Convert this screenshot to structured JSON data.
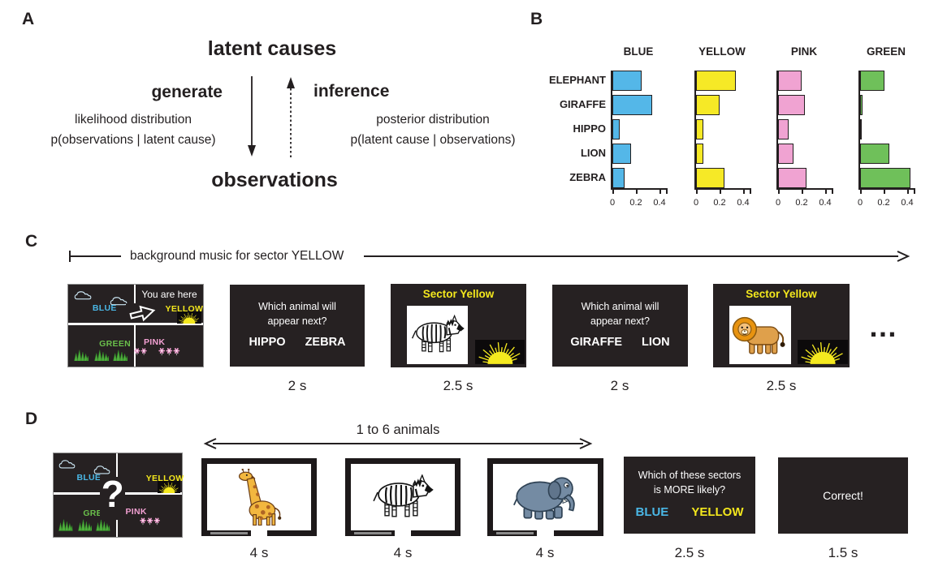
{
  "panel_a": {
    "label": "A",
    "top_node": "latent causes",
    "bottom_node": "observations",
    "generate": {
      "title": "generate",
      "line1": "likelihood distribution",
      "line2": "p(observations | latent cause)"
    },
    "inference": {
      "title": "inference",
      "line1": "posterior distribution",
      "line2": "p(latent cause | observations)"
    }
  },
  "panel_b": {
    "label": "B"
  },
  "chart_data": {
    "type": "bar",
    "orientation": "horizontal",
    "title": "",
    "categories": [
      "ELEPHANT",
      "GIRAFFE",
      "HIPPO",
      "LION",
      "ZEBRA"
    ],
    "series": [
      {
        "name": "BLUE",
        "color": "#54b7e8",
        "values": [
          0.25,
          0.34,
          0.06,
          0.16,
          0.1
        ]
      },
      {
        "name": "YELLOW",
        "color": "#f6e926",
        "values": [
          0.34,
          0.2,
          0.06,
          0.06,
          0.24
        ]
      },
      {
        "name": "PINK",
        "color": "#f0a3d2",
        "values": [
          0.2,
          0.23,
          0.09,
          0.13,
          0.24
        ]
      },
      {
        "name": "GREEN",
        "color": "#6fc05a",
        "values": [
          0.21,
          0.02,
          0.01,
          0.25,
          0.43
        ]
      }
    ],
    "xticks": [
      "0",
      "0.2",
      "0.4"
    ],
    "xlim": [
      0,
      0.47
    ],
    "grid": false,
    "legend": "none"
  },
  "map": {
    "you_are_here": "You are here",
    "question_mark": "?",
    "sectors": {
      "blue": {
        "name": "BLUE",
        "color": "#4ab7e6",
        "icon": "clouds-icon"
      },
      "yellow": {
        "name": "YELLOW",
        "color": "#f3e71d",
        "icon": "sun-icon"
      },
      "green": {
        "name": "GREEN",
        "color": "#6abf4b",
        "icon": "grass-icon"
      },
      "pink": {
        "name": "PINK",
        "color": "#f2a0d2",
        "icon": "flowers-icon"
      }
    }
  },
  "panel_c": {
    "label": "C",
    "timeline_label": "background music for sector YELLOW",
    "question1": {
      "line1": "Which animal will",
      "line2": "appear next?",
      "options": [
        "HIPPO",
        "ZEBRA"
      ],
      "duration": "2 s"
    },
    "sector1": {
      "title": "Sector Yellow",
      "animal": "zebra",
      "duration": "2.5 s"
    },
    "question2": {
      "line1": "Which animal will",
      "line2": "appear next?",
      "options": [
        "GIRAFFE",
        "LION"
      ],
      "duration": "2 s"
    },
    "sector2": {
      "title": "Sector Yellow",
      "animal": "lion",
      "duration": "2.5 s"
    },
    "ellipsis": "…"
  },
  "panel_d": {
    "label": "D",
    "animals_arrow_label": "1 to 6 animals",
    "frames": [
      {
        "animal": "giraffe",
        "duration": "4 s"
      },
      {
        "animal": "zebra",
        "duration": "4 s"
      },
      {
        "animal": "elephant",
        "duration": "4 s"
      }
    ],
    "question": {
      "line1": "Which of these sectors",
      "line2": "is MORE likely?",
      "options": [
        {
          "label": "BLUE",
          "color": "#4ab7e6"
        },
        {
          "label": "YELLOW",
          "color": "#f3e71d"
        }
      ],
      "duration": "2.5 s"
    },
    "feedback": {
      "text": "Correct!",
      "duration": "1.5 s"
    }
  }
}
